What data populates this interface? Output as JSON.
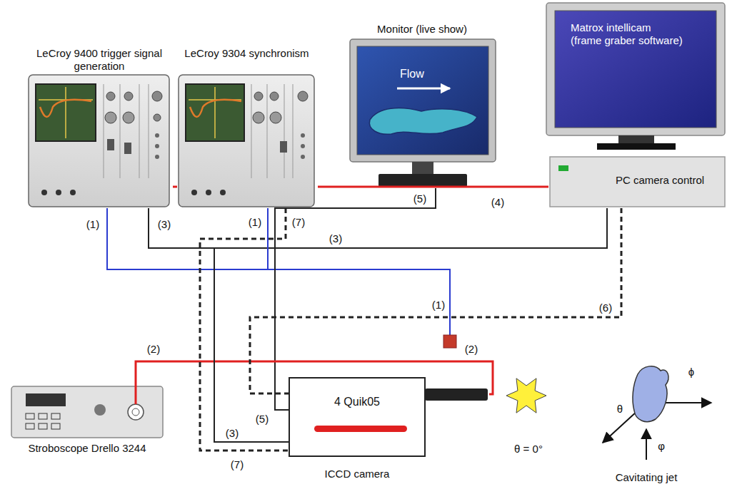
{
  "diagram": {
    "nodes": [
      {
        "text": [
          "LeCroy 9400 trigger signal generation"
        ]
      },
      {
        "text": [
          "LeCroy 9304 synchronism"
        ]
      },
      {
        "text": [
          "Monitor (live show)",
          "Flow"
        ]
      },
      {
        "text": [
          "Matrox intellicam (frame graber software)"
        ]
      },
      {
        "text": [
          "PC camera control"
        ]
      },
      {
        "text": [
          "4 Quik05",
          "ICCD camera"
        ]
      },
      {
        "text": [
          "Stroboscope Drello 3244"
        ]
      }
    ],
    "edges": [
      {
        "from": 0,
        "to": 1,
        "arrow": "none"
      },
      {
        "from": 1,
        "to": 4,
        "label": "(4)",
        "arrow": "none"
      },
      {
        "from": 2,
        "to": 5,
        "label": "(5)",
        "arrow": "none"
      },
      {
        "from": 0,
        "to": 4,
        "label": "(3)",
        "arrow": "none"
      },
      {
        "from": 0,
        "to": 1,
        "label": "(1)",
        "arrow": "none"
      },
      {
        "from": 6,
        "to": 5,
        "label": "(2)",
        "arrow": "none"
      },
      {
        "from": 4,
        "to": 5,
        "label": "(6)",
        "arrow": "none"
      },
      {
        "from": 1,
        "to": 5,
        "label": "(7)",
        "arrow": "none"
      },
      {
        "from": 0,
        "to": 5,
        "arrow": "none"
      }
    ],
    "labels": [
      "(3)",
      "(1)",
      "(1)",
      "(2)",
      "(5)",
      "(3)",
      "(7)",
      "θ = 0°",
      "θ",
      "ϕ",
      "φ",
      "Cavitating jet"
    ]
  }
}
